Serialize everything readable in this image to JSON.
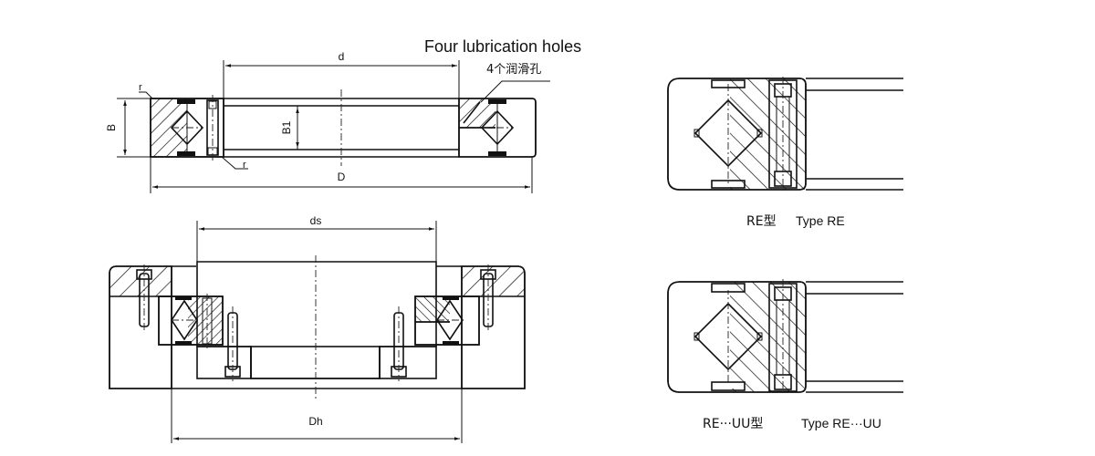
{
  "top_view": {
    "title": "Four lubrication holes",
    "title_cn": "4个润滑孔",
    "dim_d": "d",
    "dim_D": "D",
    "dim_B": "B",
    "dim_B1": "B1",
    "radius_top": "r",
    "radius_bottom": "r"
  },
  "mount_view": {
    "dim_ds": "ds",
    "dim_Dh": "Dh"
  },
  "type_re": {
    "caption_cn": "RE型",
    "caption_en": "Type RE"
  },
  "type_re_uu": {
    "caption_cn": "RE···UU型",
    "caption_en": "Type RE···UU"
  }
}
